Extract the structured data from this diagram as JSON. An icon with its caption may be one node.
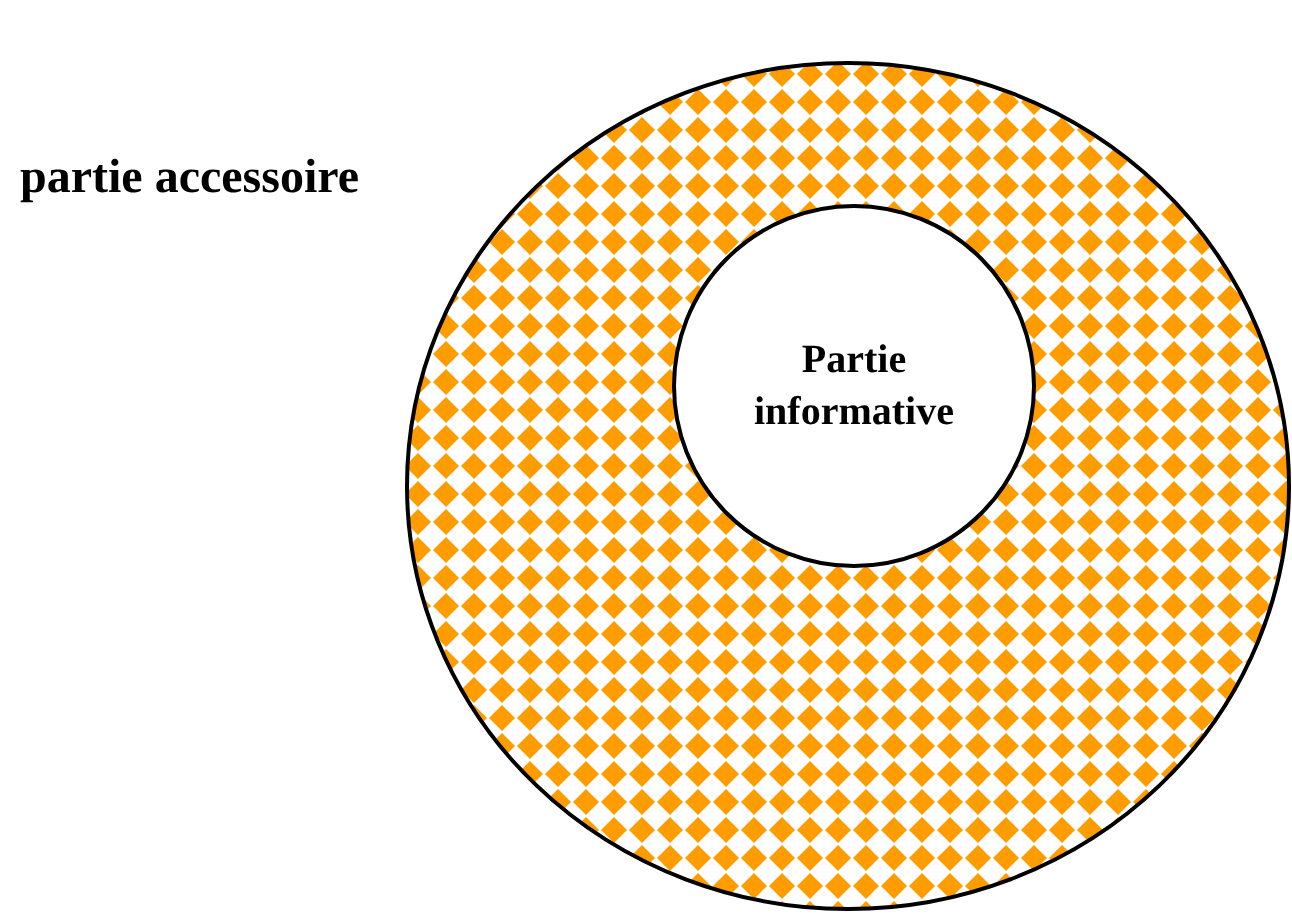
{
  "diagram": {
    "nodes": [
      {
        "text": [
          "partie accessoire"
        ]
      },
      {
        "text": [
          "Partie informative"
        ],
        "in": 0
      }
    ]
  }
}
